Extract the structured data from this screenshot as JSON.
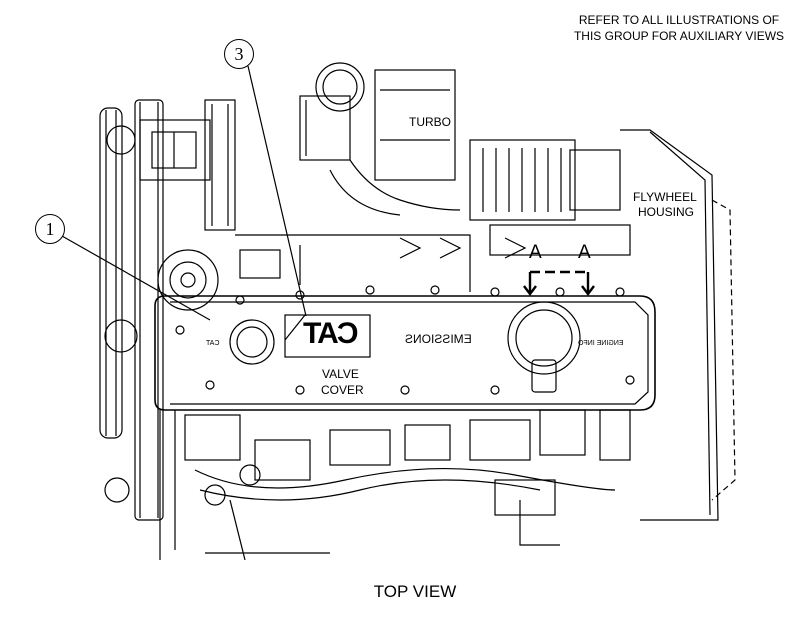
{
  "note": {
    "line1": "REFER TO ALL ILLUSTRATIONS OF",
    "line2": "THIS GROUP FOR AUXILIARY VIEWS"
  },
  "callouts": [
    "1",
    "3"
  ],
  "labels": {
    "turbo": "TURBO",
    "flywheel_line1": "FLYWHEEL",
    "flywheel_line2": "HOUSING",
    "valve_line1": "VALVE",
    "valve_line2": "COVER",
    "section_a_left": "A",
    "section_a_right": "A",
    "emissions": "EMISSIONS",
    "engine_info": "ENGINE INFO",
    "cat_logo": "CAT",
    "cap_text": "CAT"
  },
  "caption": "TOP VIEW"
}
